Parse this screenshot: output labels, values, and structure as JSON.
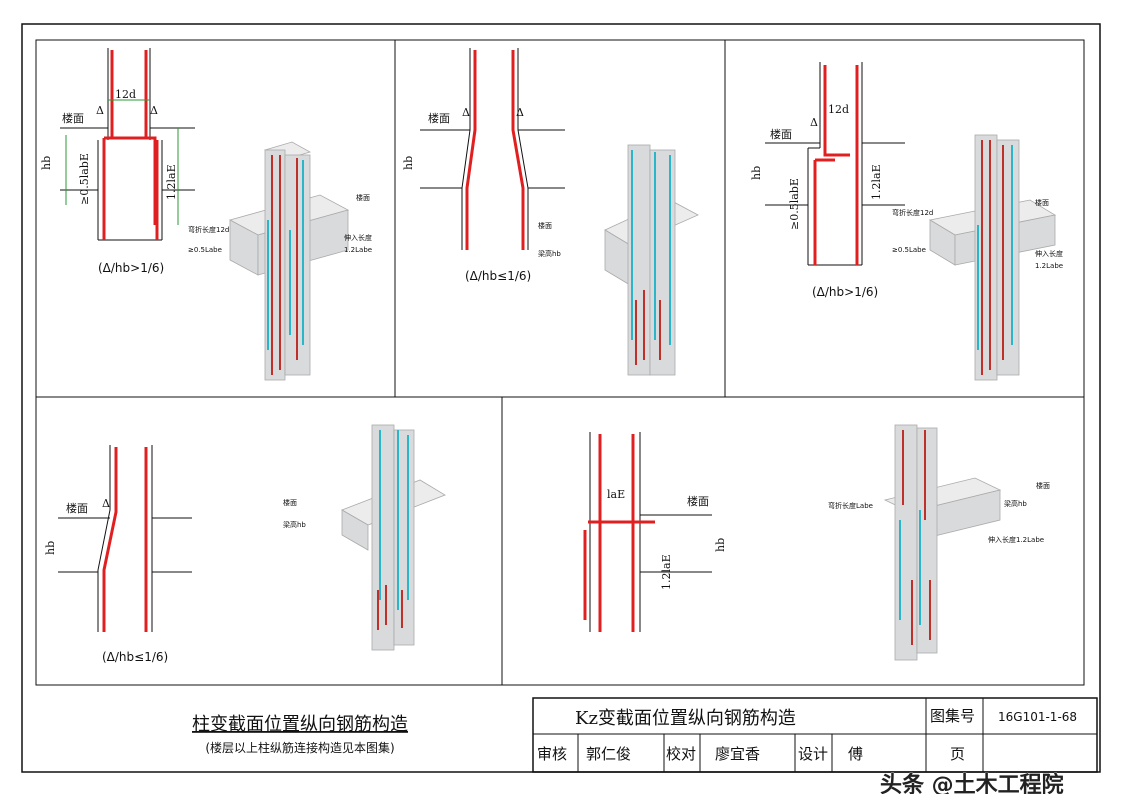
{
  "labels": {
    "floor": "楼面",
    "d12": "12d",
    "delta": "Δ",
    "hb": "hb",
    "anchor_05": "≥0.5labE",
    "anchor_12": "1.2laE",
    "lae": "laE",
    "beam_height": "梁高hb",
    "bend_12d": "弯折长度12d",
    "min_05": "≥0.5Labe",
    "extend": "伸入长度",
    "extend_val": "1.2Labe",
    "bend_lae": "弯折长度Labe",
    "extend_full": "伸入长度1.2Labe"
  },
  "captions": {
    "gt": "(Δ/hb>1/6)",
    "le": "(Δ/hb≤1/6)"
  },
  "footer": {
    "title": "柱变截面位置纵向钢筋构造",
    "subtitle": "(楼层以上柱纵筋连接构造见本图集)"
  },
  "title_block": {
    "drawing_title": "Kz变截面位置纵向钢筋构造",
    "atlas_label": "图集号",
    "atlas_no": "16G101-1-68",
    "review_label": "审核",
    "reviewer": "郭仁俊",
    "check_label": "校对",
    "checker": "廖宜香",
    "design_label": "设计",
    "designer": "傅",
    "page_label": "页"
  },
  "watermark": "头条 @土木工程院"
}
